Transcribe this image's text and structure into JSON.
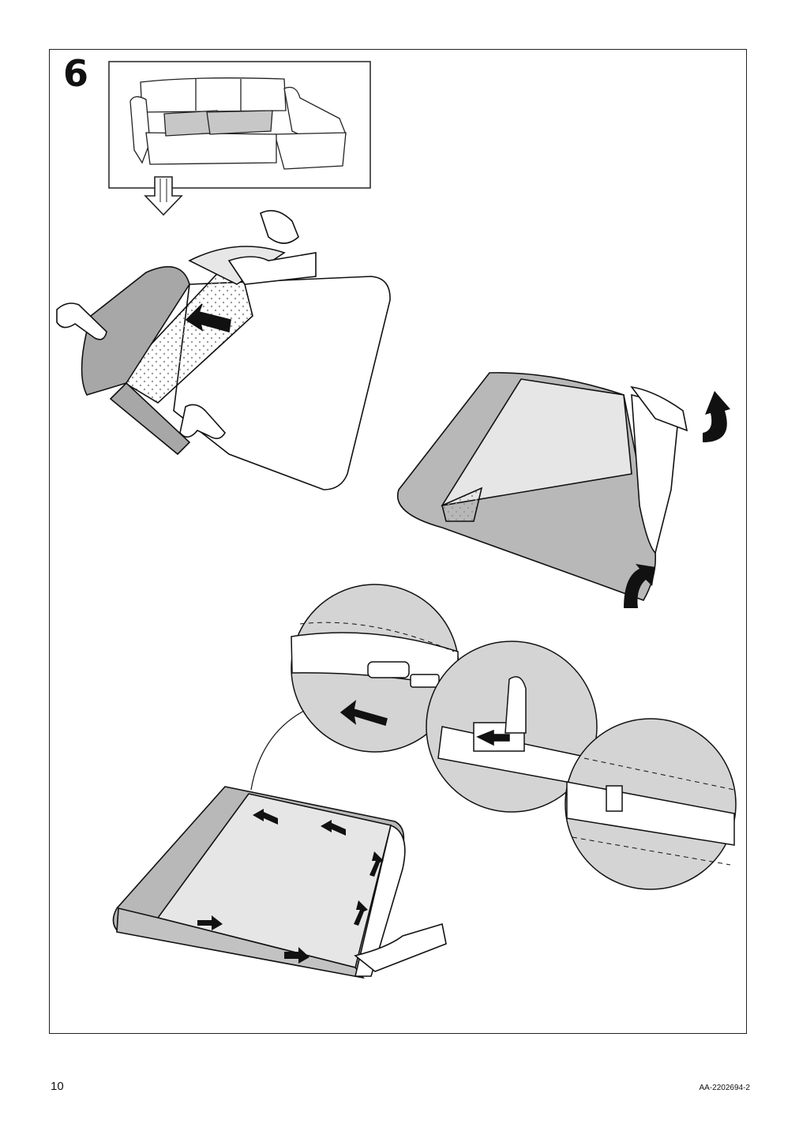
{
  "step": {
    "number": "6"
  },
  "footer": {
    "page_number": "10",
    "doc_code": "AA-2202694-2"
  },
  "colors": {
    "fabric": "#bdbdbd",
    "fabric_dark": "#9a9a9a",
    "liner": "#e6e6e6",
    "ink": "#111111"
  },
  "icons": [
    "sofa-illustration",
    "down-arrow-icon",
    "pointing-hand-icon",
    "rotate-arrow-icon",
    "zipper-icon",
    "direction-arrow-icon"
  ]
}
